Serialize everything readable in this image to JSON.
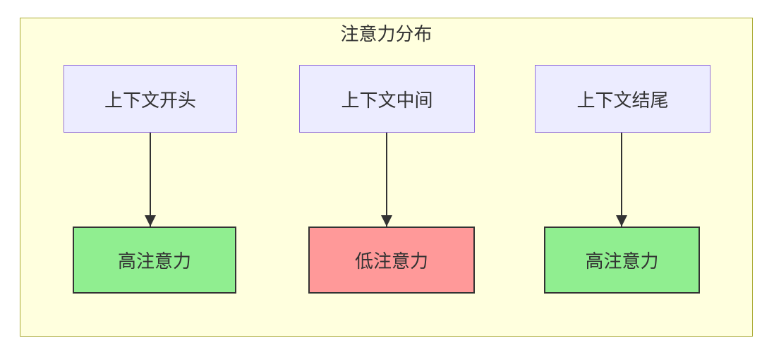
{
  "diagram": {
    "type": "flowchart",
    "title": "注意力分布",
    "colors": {
      "page_bg": "#ffffff",
      "cluster_bg": "#ffffde",
      "cluster_border": "#aaaa33",
      "node_bg": "#ececff",
      "node_border": "#9370db",
      "high_bg": "#90ee90",
      "low_bg": "#ff9999",
      "result_border": "#333333",
      "arrow": "#333333",
      "text": "#333333"
    },
    "top_nodes": [
      {
        "id": "context-beginning",
        "label": "上下文开头"
      },
      {
        "id": "context-middle",
        "label": "上下文中间"
      },
      {
        "id": "context-end",
        "label": "上下文结尾"
      }
    ],
    "bottom_nodes": [
      {
        "id": "high-attention-left",
        "label": "高注意力",
        "level": "high"
      },
      {
        "id": "low-attention-middle",
        "label": "低注意力",
        "level": "low"
      },
      {
        "id": "high-attention-right",
        "label": "高注意力",
        "level": "high"
      }
    ],
    "edges": [
      {
        "from": "上下文开头",
        "to": "高注意力"
      },
      {
        "from": "上下文中间",
        "to": "低注意力"
      },
      {
        "from": "上下文结尾",
        "to": "高注意力"
      }
    ]
  }
}
